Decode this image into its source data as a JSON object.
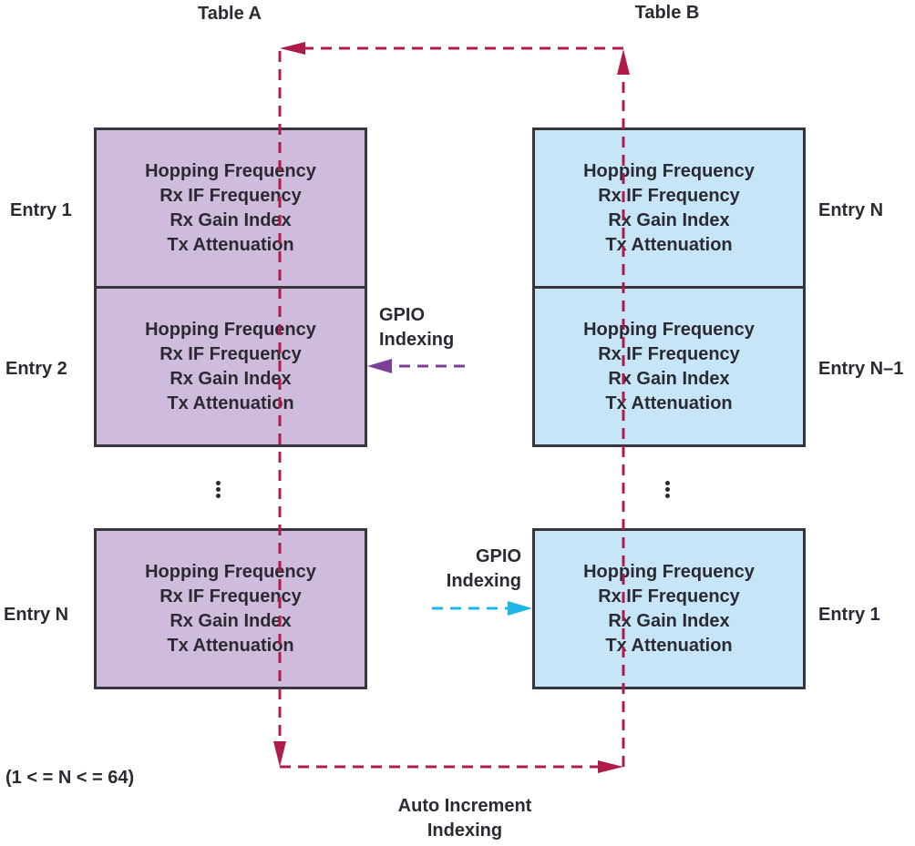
{
  "tables": [
    {
      "title": "Table A",
      "color": "#cfbcdc",
      "entries": [
        {
          "label": "Entry 1",
          "fields": [
            "Hopping Frequency",
            "Rx IF Frequency",
            "Rx Gain Index",
            "Tx Attenuation"
          ]
        },
        {
          "label": "Entry 2",
          "fields": [
            "Hopping Frequency",
            "Rx IF Frequency",
            "Rx Gain Index",
            "Tx Attenuation"
          ]
        },
        {
          "label": "Entry N",
          "fields": [
            "Hopping Frequency",
            "Rx IF Frequency",
            "Rx Gain Index",
            "Tx Attenuation"
          ]
        }
      ]
    },
    {
      "title": "Table B",
      "color": "#c6e6f8",
      "entries": [
        {
          "label": "Entry N",
          "fields": [
            "Hopping Frequency",
            "Rx IF Frequency",
            "Rx Gain Index",
            "Tx Attenuation"
          ]
        },
        {
          "label": "Entry N–1",
          "fields": [
            "Hopping Frequency",
            "Rx IF Frequency",
            "Rx Gain Index",
            "Tx Attenuation"
          ]
        },
        {
          "label": "Entry 1",
          "fields": [
            "Hopping Frequency",
            "Rx IF Frequency",
            "Rx Gain Index",
            "Tx Attenuation"
          ]
        }
      ]
    }
  ],
  "gpio_a": {
    "line1": "GPIO",
    "line2": "Indexing",
    "color": "#7b3f98"
  },
  "gpio_b": {
    "line1": "GPIO",
    "line2": "Indexing",
    "color": "#1fb5ea"
  },
  "auto_increment": {
    "line1": "Auto Increment",
    "line2": "Indexing",
    "color": "#b01c48"
  },
  "note": "(1 < = N < = 64)",
  "ellipsis_icon": "vertical-ellipsis"
}
